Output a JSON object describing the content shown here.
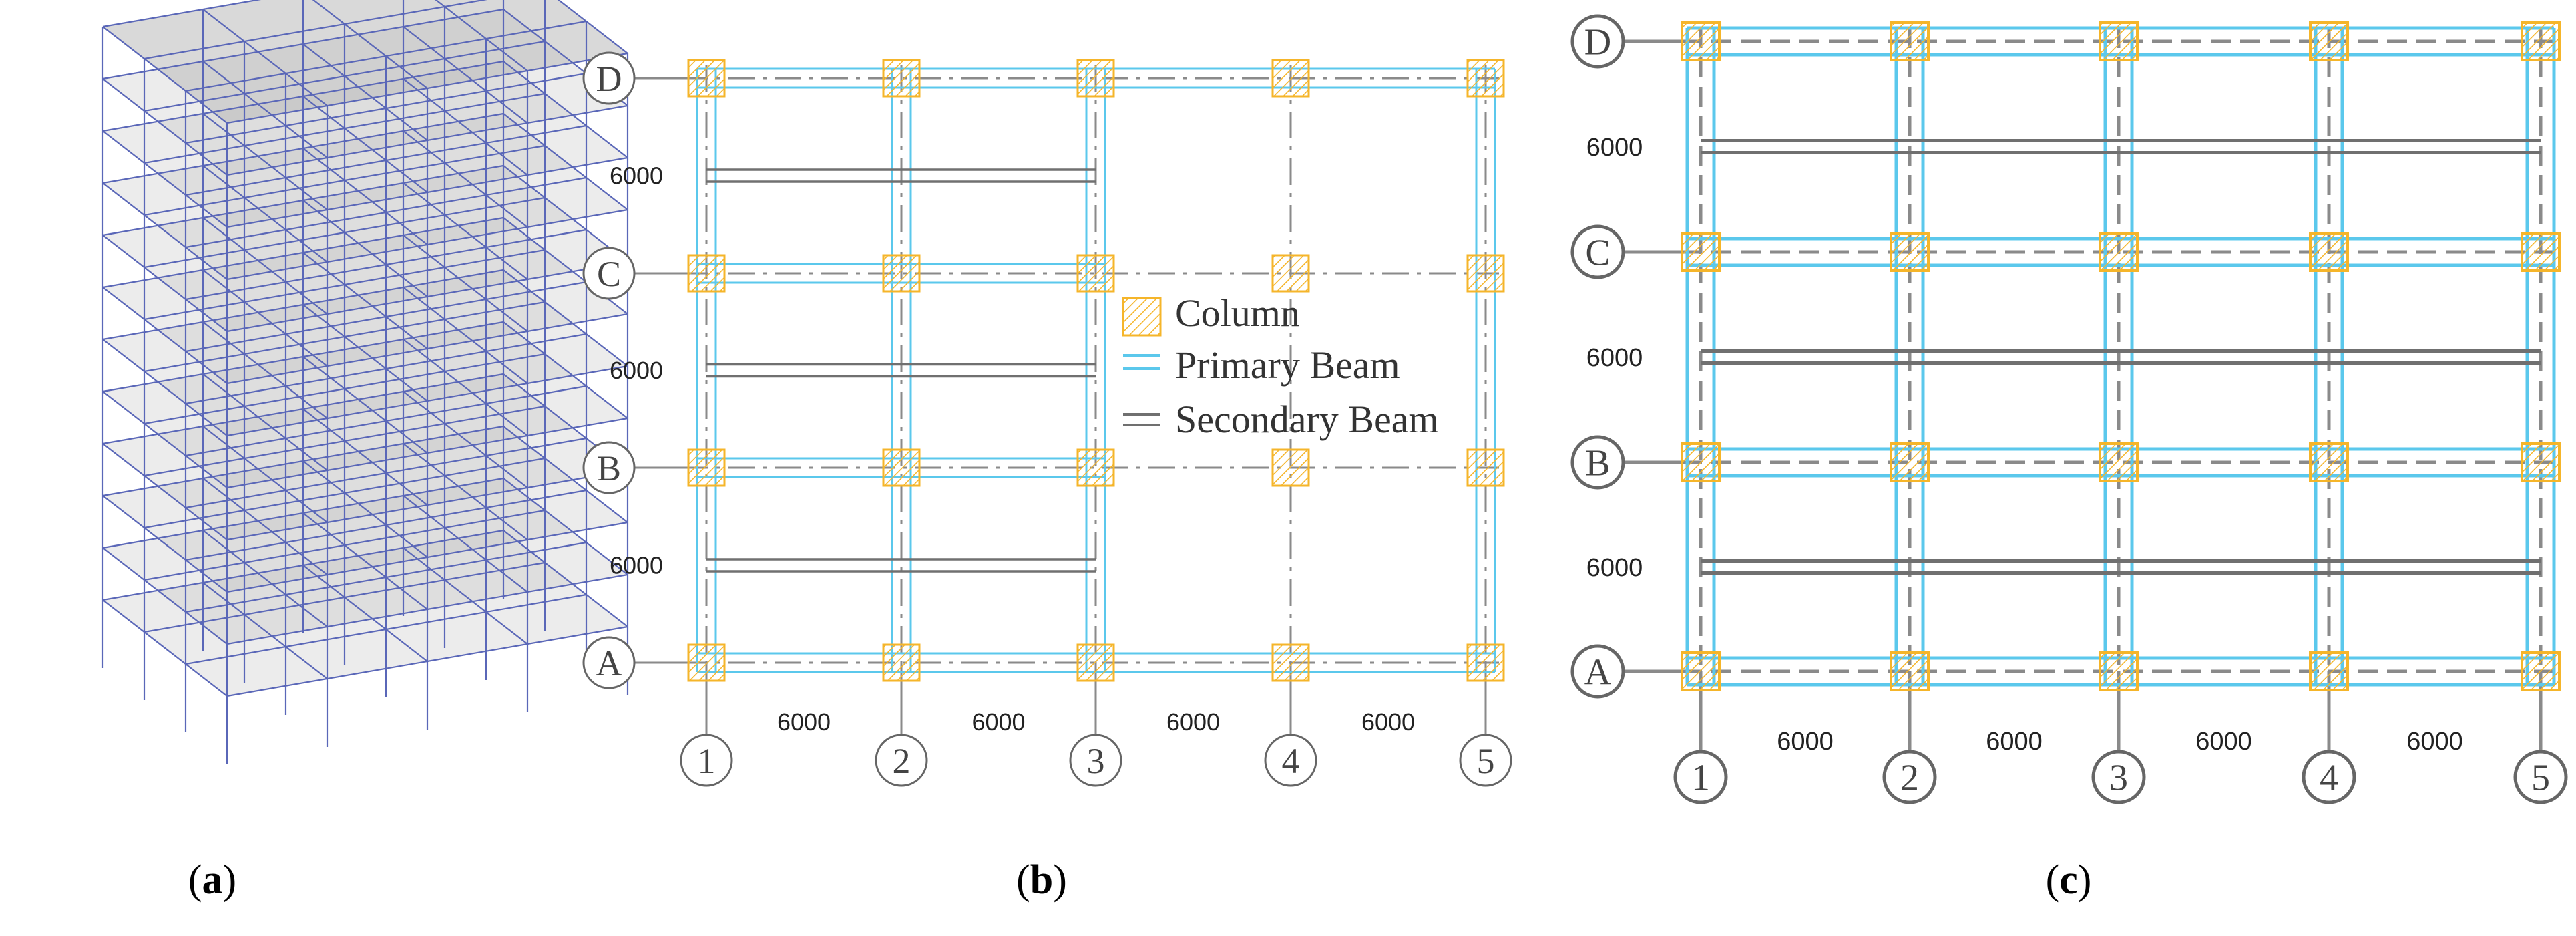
{
  "panels": [
    {
      "id": "a",
      "caption_letter": "a"
    },
    {
      "id": "b",
      "caption_letter": "b",
      "axes": {
        "x": [
          "1",
          "2",
          "3",
          "4",
          "5"
        ],
        "y": [
          "D",
          "C",
          "B",
          "A"
        ]
      },
      "dimensions": {
        "x": [
          "6000",
          "6000",
          "6000",
          "6000"
        ],
        "y": [
          "6000",
          "6000",
          "6000"
        ]
      },
      "legend": {
        "column": "Column",
        "primary_beam": "Primary Beam",
        "secondary_beam": "Secondary Beam"
      }
    },
    {
      "id": "c",
      "caption_letter": "c",
      "axes": {
        "x": [
          "1",
          "2",
          "3",
          "4",
          "5"
        ],
        "y": [
          "D",
          "C",
          "B",
          "A"
        ]
      },
      "dimensions": {
        "x": [
          "6000",
          "6000",
          "6000",
          "6000"
        ],
        "y": [
          "6000",
          "6000",
          "6000"
        ]
      }
    }
  ],
  "colors": {
    "column": "#f5b52a",
    "primary_beam": "#5bc8ec",
    "secondary_beam": "#707070",
    "axis_line": "#8a8a8a",
    "frame": "#5a67b8",
    "slab": "#b9b9b9"
  }
}
